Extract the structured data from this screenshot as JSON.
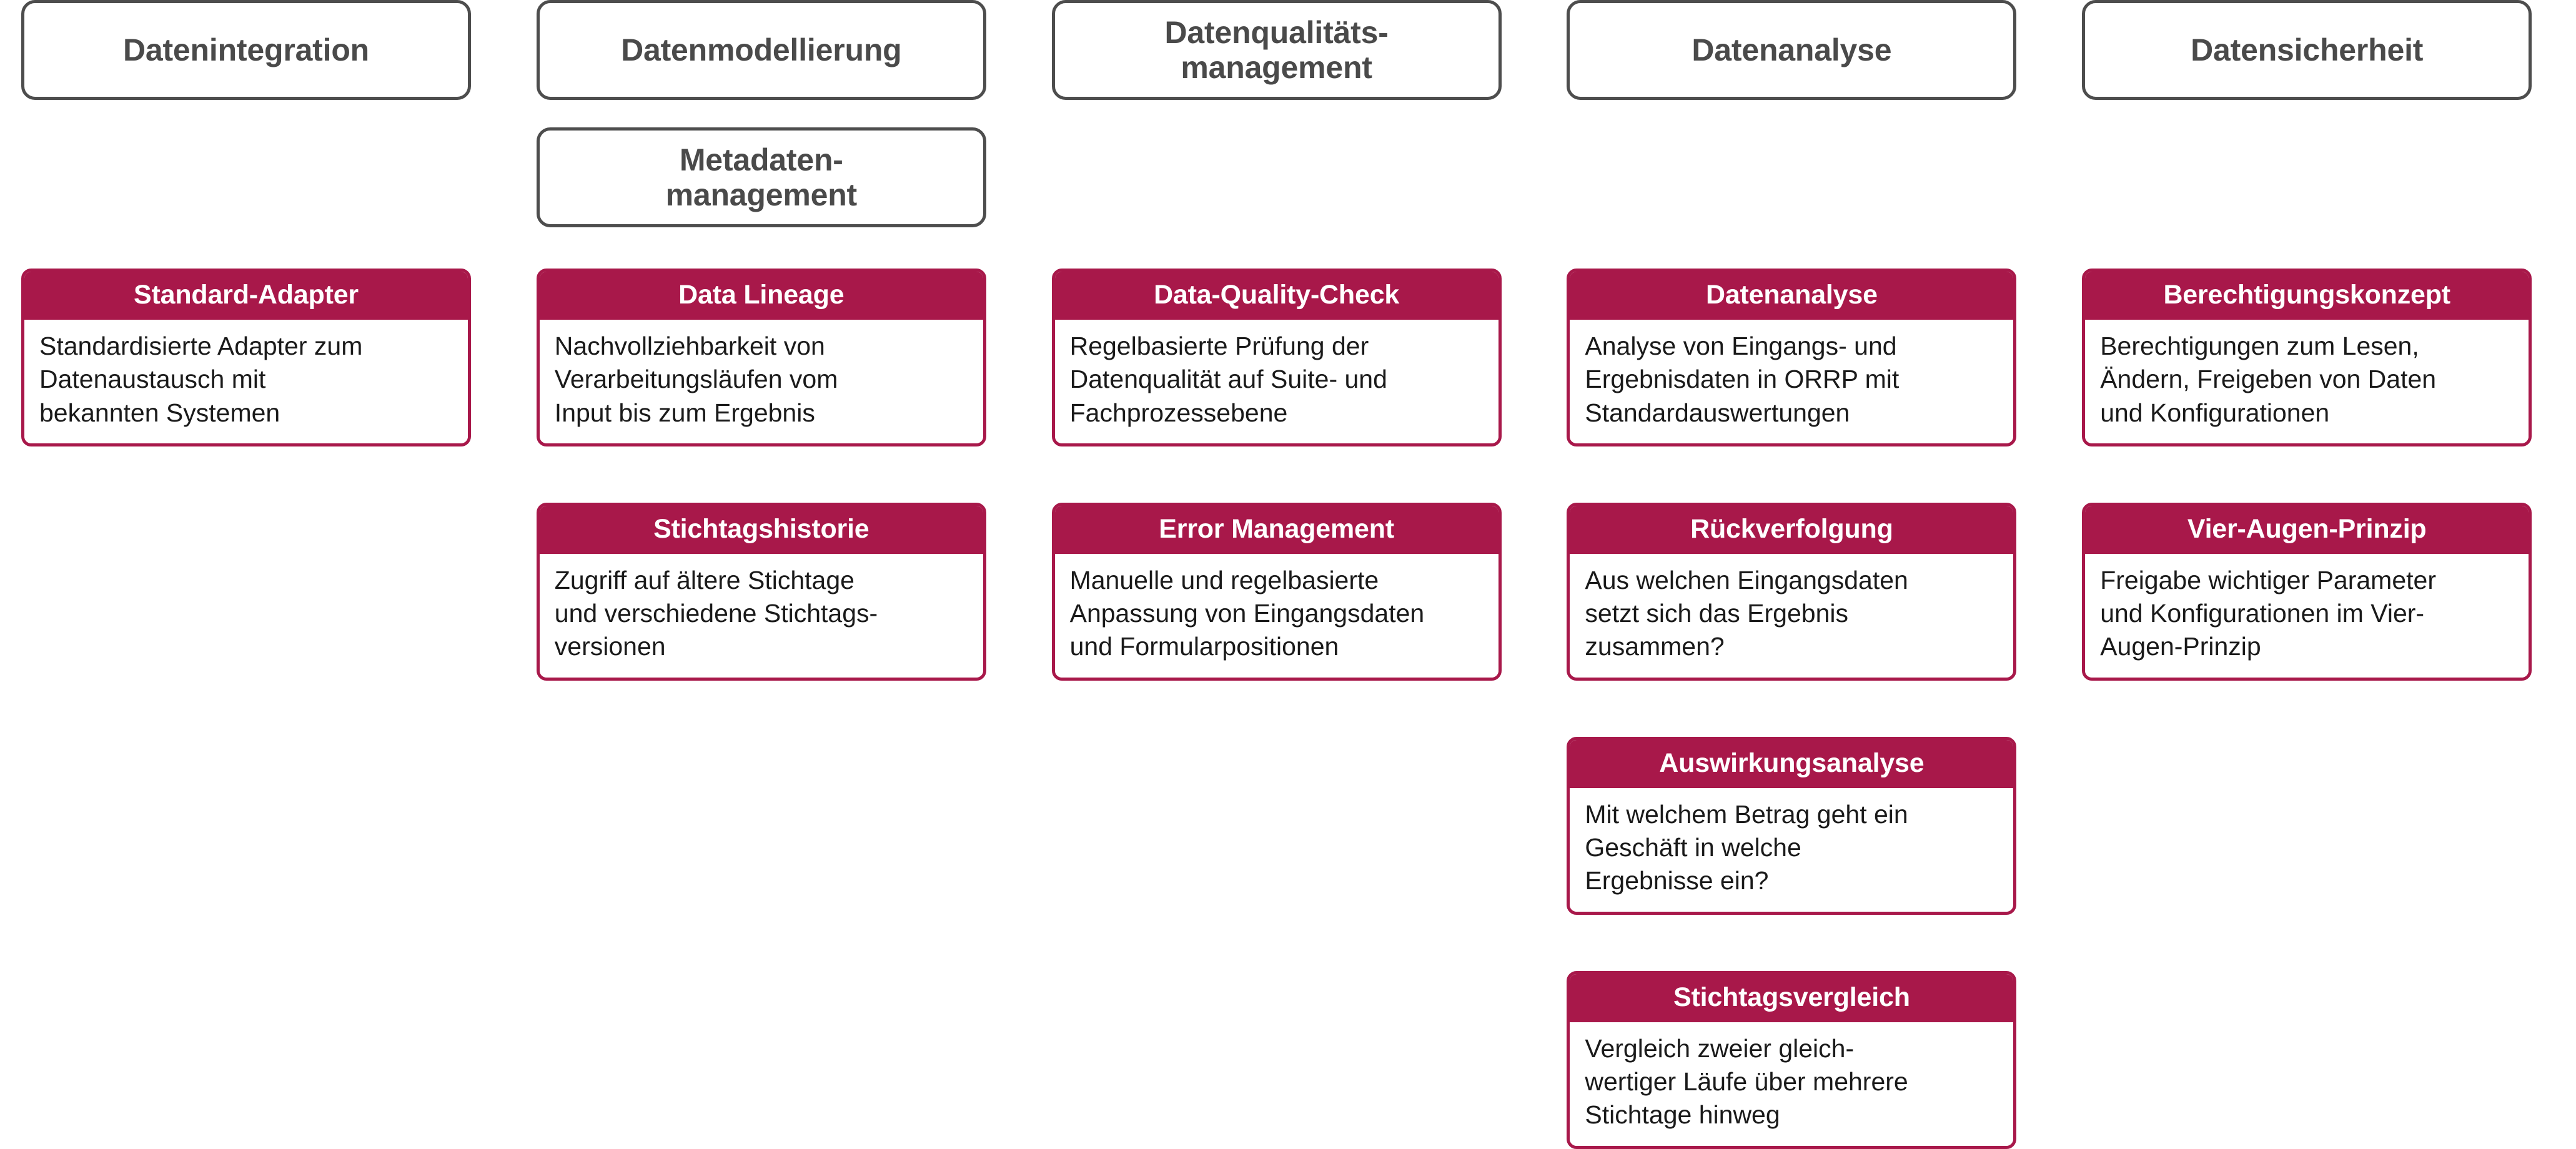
{
  "theme": {
    "accent_crimson": "#a8184a",
    "header_border": "#4d4d4d",
    "header_text": "#4a4a4a",
    "body_text": "#1a1a1a",
    "card_title_text": "#ffffff",
    "background": "#ffffff"
  },
  "columns": [
    {
      "id": "datenintegration",
      "headers": [
        "Datenintegration"
      ],
      "cards": [
        {
          "title": "Standard-Adapter",
          "body": "Standardisierte Adapter zum\nDatenaustausch mit\nbekannten Systemen"
        }
      ]
    },
    {
      "id": "datenmodellierung",
      "headers": [
        "Datenmodellierung",
        "Metadaten-\nmanagement"
      ],
      "cards": [
        {
          "title": "Data Lineage",
          "body": "Nachvollziehbarkeit von\nVerarbeitungsläufen vom\nInput bis zum Ergebnis"
        },
        {
          "title": "Stichtagshistorie",
          "body": "Zugriff auf ältere Stichtage\nund verschiedene Stichtags-\nversionen"
        }
      ]
    },
    {
      "id": "datenqualitaetsmanagement",
      "headers": [
        "Datenqualitäts-\nmanagement"
      ],
      "cards": [
        {
          "title": "Data-Quality-Check",
          "body": "Regelbasierte Prüfung der\nDatenqualität auf Suite- und\nFachprozessebene"
        },
        {
          "title": "Error Management",
          "body": "Manuelle und regelbasierte\nAnpassung von Eingangsdaten\nund Formularpositionen"
        }
      ]
    },
    {
      "id": "datenanalyse",
      "headers": [
        "Datenanalyse"
      ],
      "cards": [
        {
          "title": "Datenanalyse",
          "body": "Analyse von Eingangs- und\nErgebnisdaten in ORRP mit\nStandardauswertungen"
        },
        {
          "title": "Rückverfolgung",
          "body": "Aus welchen Eingangsdaten\nsetzt sich das Ergebnis\nzusammen?"
        },
        {
          "title": "Auswirkungsanalyse",
          "body": "Mit welchem Betrag geht ein\nGeschäft in welche\nErgebnisse ein?"
        },
        {
          "title": "Stichtagsvergleich",
          "body": "Vergleich zweier gleich-\nwertiger Läufe über mehrere\nStichtage hinweg"
        }
      ]
    },
    {
      "id": "datensicherheit",
      "headers": [
        "Datensicherheit"
      ],
      "cards": [
        {
          "title": "Berechtigungskonzept",
          "body": "Berechtigungen zum Lesen,\nÄndern, Freigeben von Daten\nund Konfigurationen"
        },
        {
          "title": "Vier-Augen-Prinzip",
          "body": "Freigabe wichtiger Parameter\nund Konfigurationen im Vier-\nAugen-Prinzip"
        }
      ]
    }
  ]
}
